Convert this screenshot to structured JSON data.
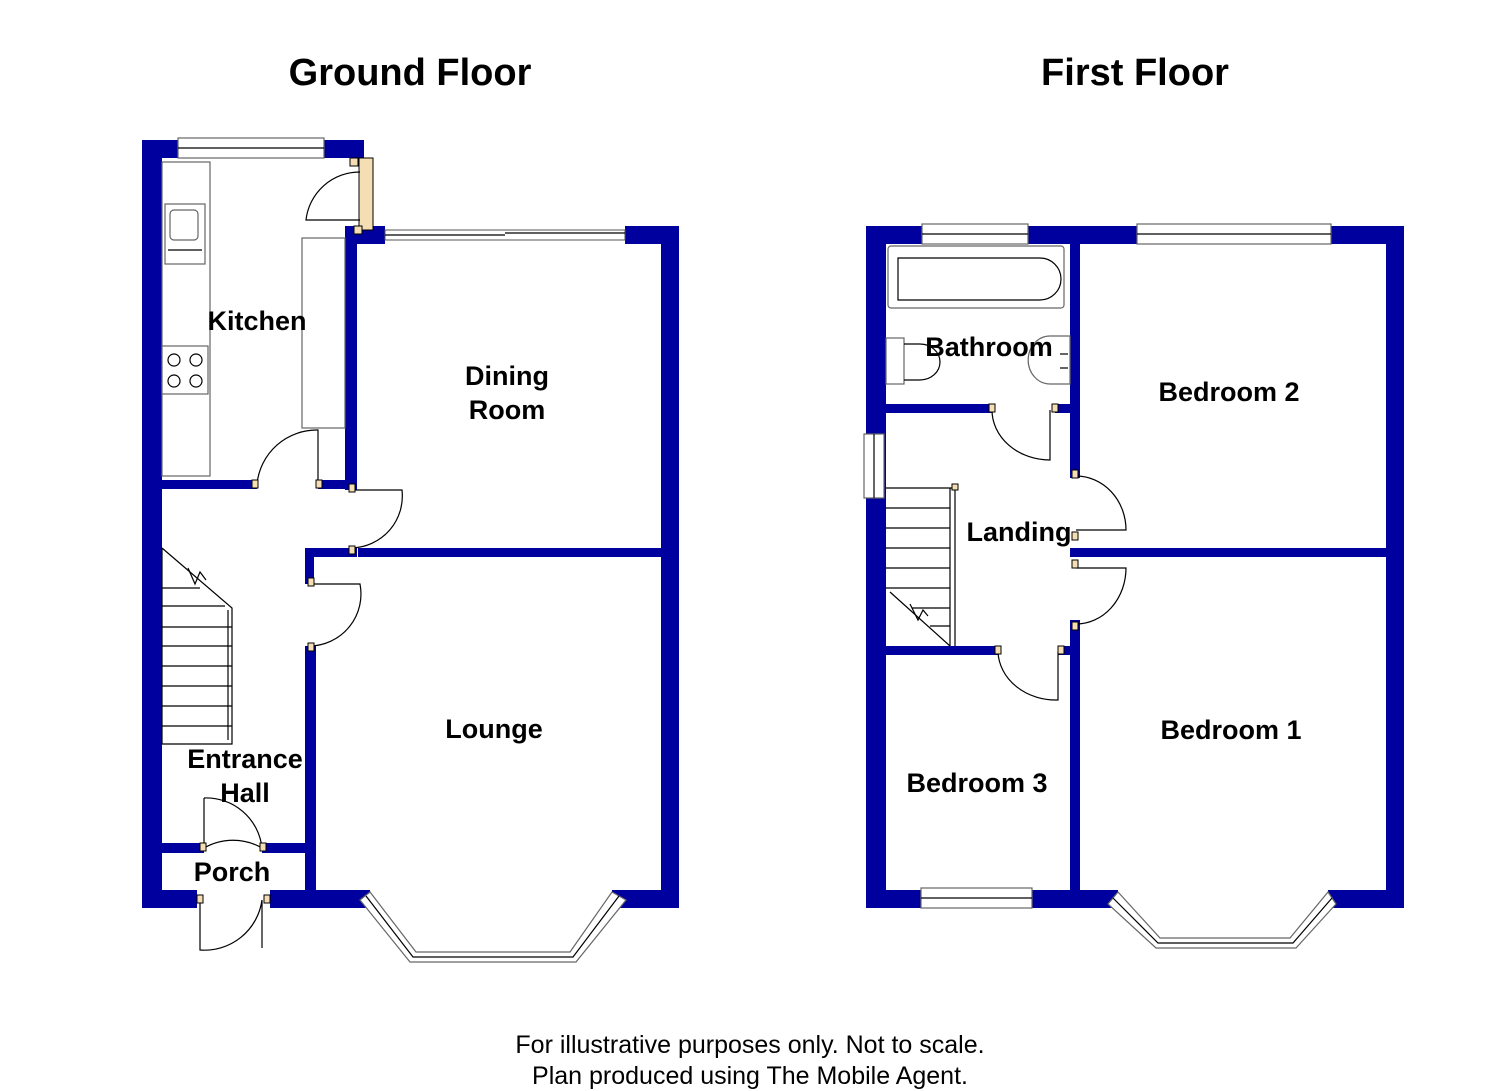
{
  "floors": {
    "ground": {
      "title": "Ground Floor",
      "rooms": {
        "kitchen": "Kitchen",
        "dining_line1": "Dining",
        "dining_line2": "Room",
        "lounge": "Lounge",
        "entrance_line1": "Entrance",
        "entrance_line2": "Hall",
        "porch": "Porch"
      }
    },
    "first": {
      "title": "First Floor",
      "rooms": {
        "bathroom": "Bathroom",
        "bedroom2": "Bedroom 2",
        "landing": "Landing",
        "bedroom1": "Bedroom 1",
        "bedroom3": "Bedroom 3"
      }
    }
  },
  "footer": {
    "line1": "For illustrative purposes only. Not to scale.",
    "line2": "Plan produced using The Mobile Agent."
  },
  "colors": {
    "wall": "#00009e",
    "background": "#ffffff",
    "text": "#000000"
  }
}
